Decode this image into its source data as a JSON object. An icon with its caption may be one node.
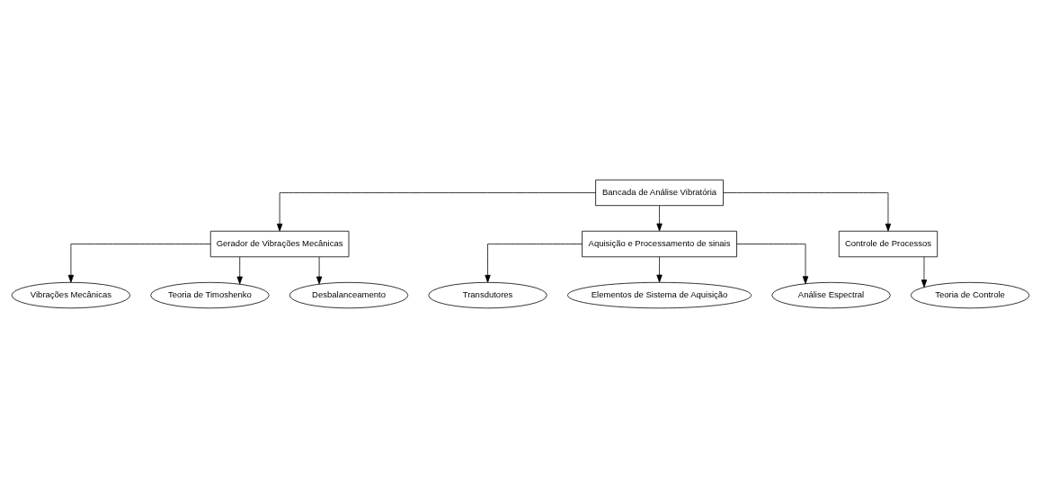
{
  "diagram": {
    "nodes": [
      {
        "text": [
          "Bancada de Análise Vibratória"
        ]
      },
      {
        "text": [
          "Gerador de Vibrações Mecânicas"
        ]
      },
      {
        "text": [
          "Aquisição e Processamento de sinais"
        ]
      },
      {
        "text": [
          "Controle de Processos"
        ]
      },
      {
        "text": [
          "Vibrações Mecânicas"
        ]
      },
      {
        "text": [
          "Teoria de Timoshenko"
        ]
      },
      {
        "text": [
          "Desbalanceamento"
        ]
      },
      {
        "text": [
          "Transdutores"
        ]
      },
      {
        "text": [
          "Elementos de Sistema de Aquisição"
        ]
      },
      {
        "text": [
          "Análise Espectral"
        ]
      },
      {
        "text": [
          "Teoria de Controle"
        ]
      }
    ],
    "edges": [
      {
        "from": 0,
        "to": 1,
        "arrow": "to"
      },
      {
        "from": 0,
        "to": 2,
        "arrow": "to"
      },
      {
        "from": 0,
        "to": 3,
        "arrow": "to"
      },
      {
        "from": 1,
        "to": 4,
        "arrow": "to"
      },
      {
        "from": 1,
        "to": 5,
        "arrow": "to"
      },
      {
        "from": 1,
        "to": 6,
        "arrow": "to"
      },
      {
        "from": 2,
        "to": 7,
        "arrow": "to"
      },
      {
        "from": 2,
        "to": 8,
        "arrow": "to"
      },
      {
        "from": 2,
        "to": 9,
        "arrow": "to"
      },
      {
        "from": 3,
        "to": 10,
        "arrow": "to"
      }
    ]
  }
}
